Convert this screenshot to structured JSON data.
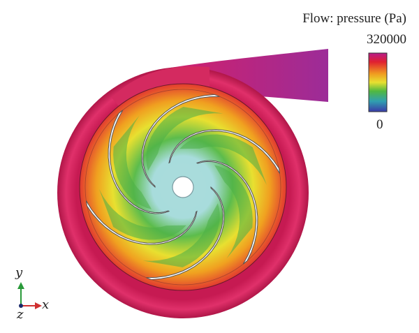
{
  "legend": {
    "title": "Flow: pressure (Pa)",
    "max_label": "320000",
    "min_label": "0",
    "max_value": 320000,
    "min_value": 0,
    "gradient_colors": [
      "#d4147a",
      "#e23a2c",
      "#f0a020",
      "#e8e030",
      "#54b840",
      "#30a0a8",
      "#4050c8",
      "#60308c"
    ]
  },
  "axes": {
    "y_label": "y",
    "x_label": "x",
    "z_label": "z",
    "y_color": "#2a9a3a",
    "x_color": "#d03030"
  },
  "colors": {
    "volute": "#d41e5a",
    "outlet": "#a8309a",
    "hub": "#a8dcdc"
  }
}
